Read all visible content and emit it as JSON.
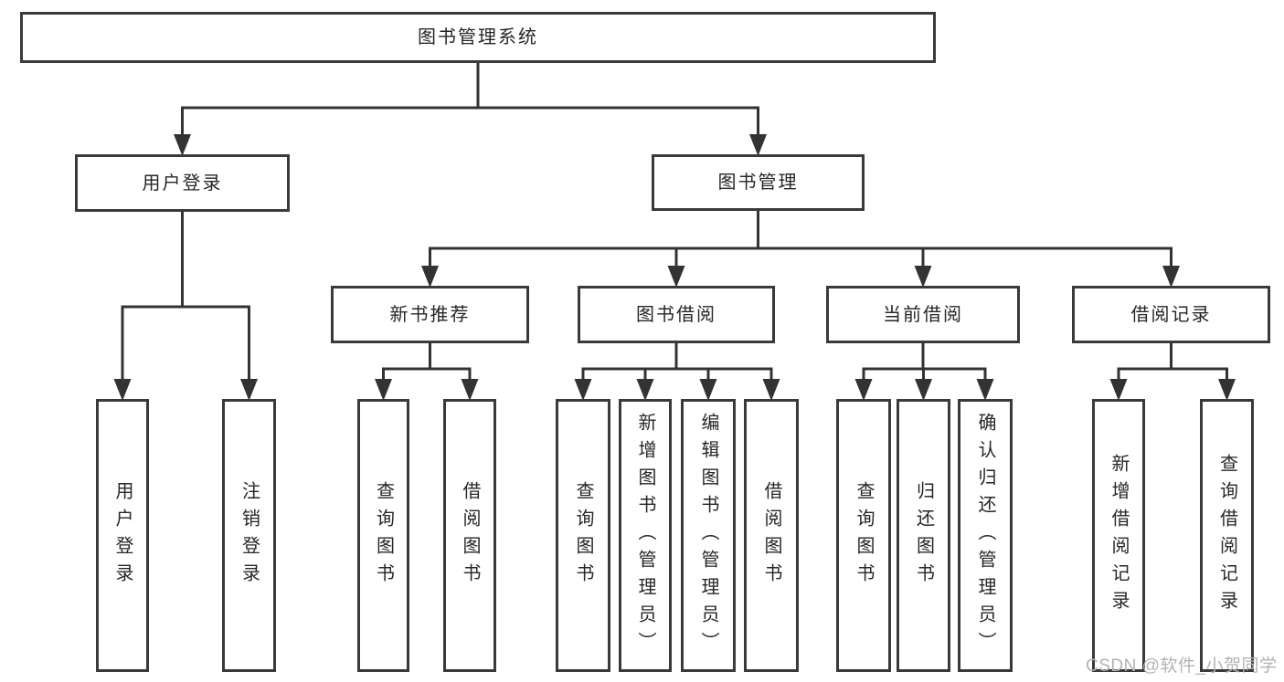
{
  "diagram": {
    "title": "图书管理系统",
    "tree": {
      "id": "root",
      "label": "图书管理系统",
      "children": [
        {
          "id": "user-login",
          "label": "用户登录",
          "children": [
            {
              "id": "login",
              "label": "用户登录"
            },
            {
              "id": "logout",
              "label": "注销登录"
            }
          ]
        },
        {
          "id": "book-mgmt",
          "label": "图书管理",
          "children": [
            {
              "id": "new-book-rec",
              "label": "新书推荐",
              "children": [
                {
                  "id": "rec-query-book",
                  "label": "查询图书"
                },
                {
                  "id": "rec-borrow-book",
                  "label": "借阅图书"
                }
              ]
            },
            {
              "id": "book-borrow",
              "label": "图书借阅",
              "children": [
                {
                  "id": "bb-query-book",
                  "label": "查询图书"
                },
                {
                  "id": "bb-add-book",
                  "label": "新增图书（管理员）"
                },
                {
                  "id": "bb-edit-book",
                  "label": "编辑图书（管理员）"
                },
                {
                  "id": "bb-borrow-book",
                  "label": "借阅图书"
                }
              ]
            },
            {
              "id": "current-borrow",
              "label": "当前借阅",
              "children": [
                {
                  "id": "cb-query-book",
                  "label": "查询图书"
                },
                {
                  "id": "cb-return-book",
                  "label": "归还图书"
                },
                {
                  "id": "cb-confirm-return",
                  "label": "确认归还（管理员）"
                }
              ]
            },
            {
              "id": "borrow-records",
              "label": "借阅记录",
              "children": [
                {
                  "id": "br-add-record",
                  "label": "新增借阅记录"
                },
                {
                  "id": "br-query-record",
                  "label": "查询借阅记录"
                }
              ]
            }
          ]
        }
      ]
    }
  },
  "watermark": {
    "text": "CSDN @软件_小贺同学"
  },
  "colors": {
    "box_border": "#3a3a3a",
    "connector_line": "#333333",
    "text": "#262626",
    "watermark": "#b3b3b3",
    "background": "#ffffff"
  }
}
